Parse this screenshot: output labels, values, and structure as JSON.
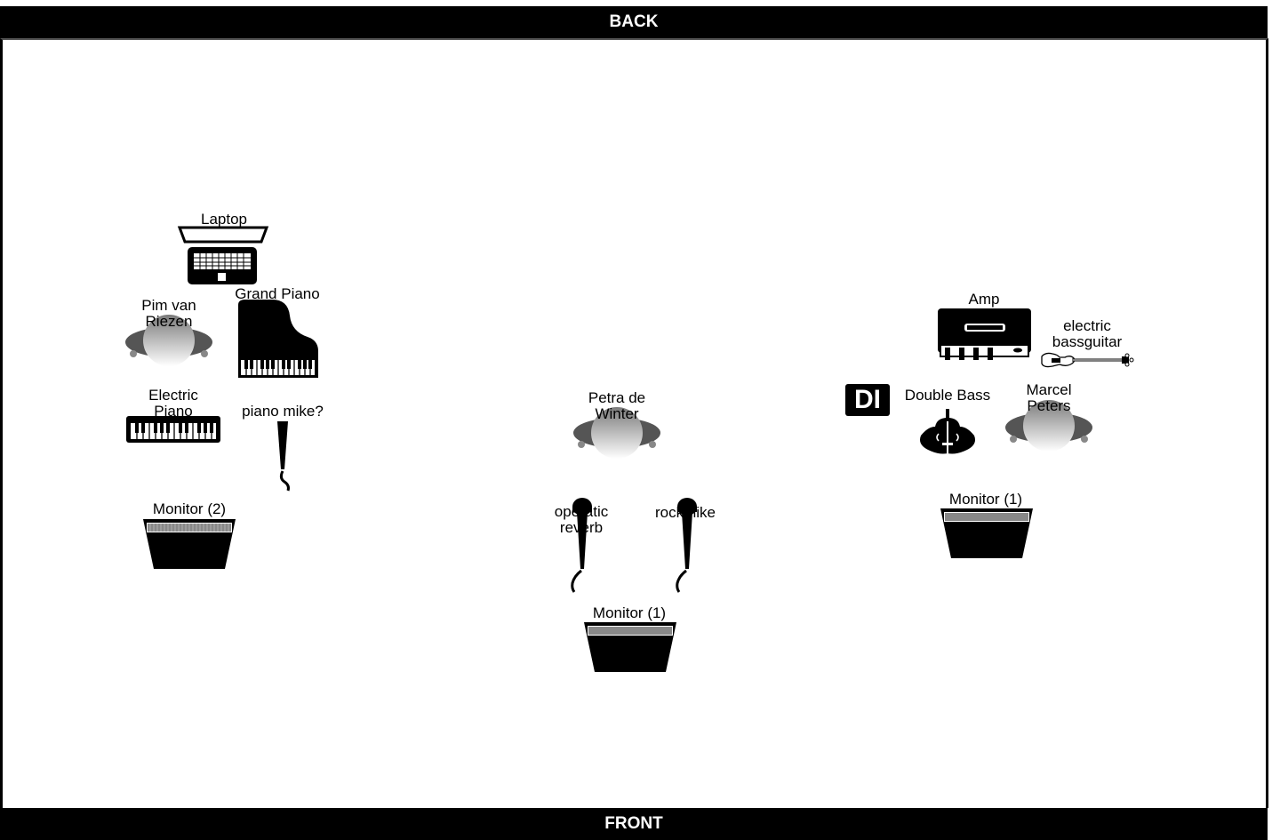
{
  "header": {
    "back_label": "BACK",
    "front_label": "FRONT"
  },
  "items": {
    "laptop": "Laptop",
    "grand_piano": "Grand Piano",
    "pim": "Pim van Riezen",
    "electric_piano": "Electric Piano",
    "piano_mike": "piano mike?",
    "monitor_left": "Monitor (2)",
    "petra": "Petra de Winter",
    "operatic": "operatic reverb",
    "rockmike": "rockmike",
    "monitor_center": "Monitor (1)",
    "amp": "Amp",
    "bassguitar": "electric bassguitar",
    "di": "DI",
    "double_bass": "Double Bass",
    "marcel": "Marcel Peters",
    "monitor_right": "Monitor (1)"
  }
}
